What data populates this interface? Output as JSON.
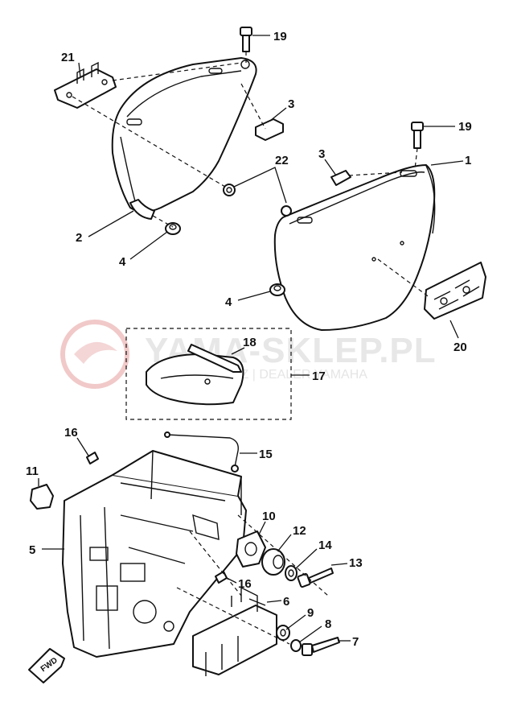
{
  "watermark": {
    "logo_text": "YAMA-SKLEP.PL",
    "subtitle": "WOJTKOWICZ | DEALER YAMAHA"
  },
  "direction_marker": "FWD",
  "callouts": [
    {
      "id": "c19a",
      "label": "19"
    },
    {
      "id": "c21",
      "label": "21"
    },
    {
      "id": "c3a",
      "label": "3"
    },
    {
      "id": "c19b",
      "label": "19"
    },
    {
      "id": "c3b",
      "label": "3"
    },
    {
      "id": "c1",
      "label": "1"
    },
    {
      "id": "c22",
      "label": "22"
    },
    {
      "id": "c2",
      "label": "2"
    },
    {
      "id": "c4a",
      "label": "4"
    },
    {
      "id": "c4b",
      "label": "4"
    },
    {
      "id": "c20",
      "label": "20"
    },
    {
      "id": "c18",
      "label": "18"
    },
    {
      "id": "c17",
      "label": "17"
    },
    {
      "id": "c16a",
      "label": "16"
    },
    {
      "id": "c15",
      "label": "15"
    },
    {
      "id": "c11",
      "label": "11"
    },
    {
      "id": "c10",
      "label": "10"
    },
    {
      "id": "c12",
      "label": "12"
    },
    {
      "id": "c5",
      "label": "5"
    },
    {
      "id": "c14",
      "label": "14"
    },
    {
      "id": "c13",
      "label": "13"
    },
    {
      "id": "c16b",
      "label": "16"
    },
    {
      "id": "c6",
      "label": "6"
    },
    {
      "id": "c9",
      "label": "9"
    },
    {
      "id": "c8",
      "label": "8"
    },
    {
      "id": "c7",
      "label": "7"
    }
  ]
}
